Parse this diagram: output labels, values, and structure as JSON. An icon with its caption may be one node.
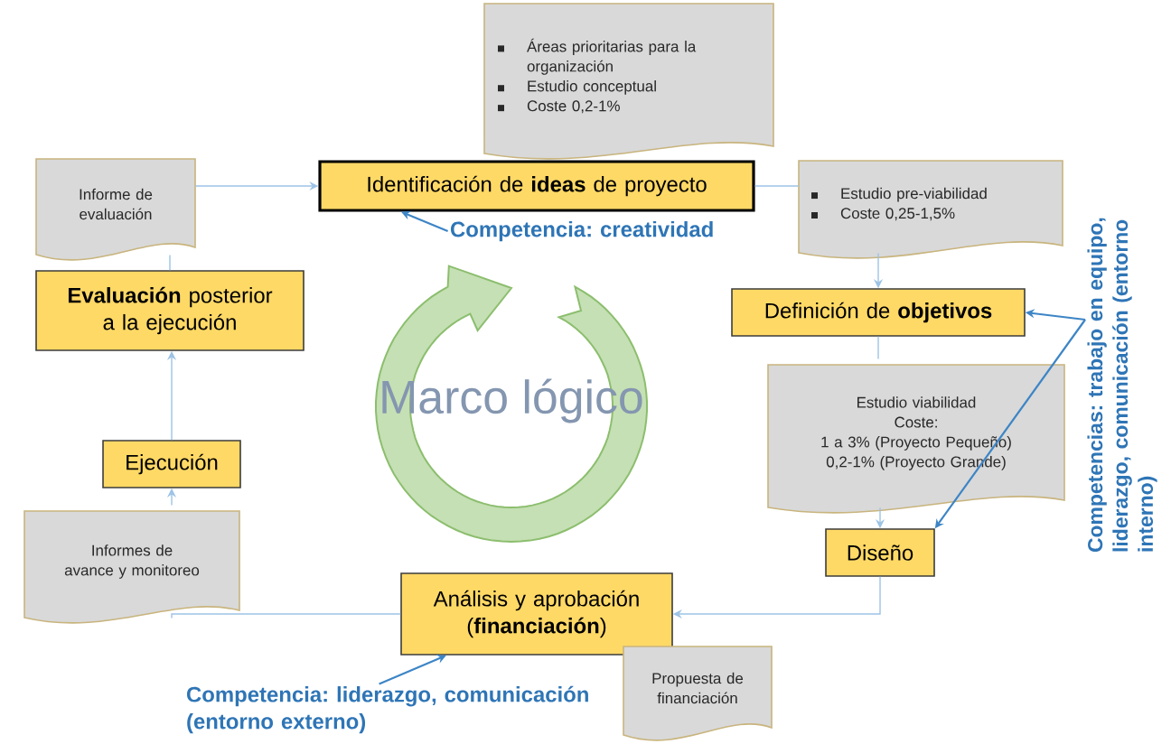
{
  "diagram": {
    "nodes": [
      {
        "text": [
          "Áreas prioritarias para la organización",
          "Estudio conceptual",
          "Coste 0,2-1%"
        ]
      },
      {
        "text": [
          "Identificación de **ideas** de proyecto"
        ]
      },
      {
        "text": [
          "Informe de evaluación"
        ]
      },
      {
        "text": [
          "Estudio pre-viabilidad",
          "Coste 0,25-1,5%"
        ]
      },
      {
        "text": [
          "Competencia: creatividad"
        ]
      },
      {
        "text": [
          "**Evaluación** posterior a la ejecución"
        ]
      },
      {
        "text": [
          "Definición de **objetivos**"
        ]
      },
      {
        "text": [
          "Estudio viabilidad",
          "Coste:",
          "1 a 3% (Proyecto Pequeño)",
          "0,2-1% (Proyecto Grande)"
        ]
      },
      {
        "text": [
          "Ejecución"
        ]
      },
      {
        "text": [
          "Informes de avance y monitoreo"
        ]
      },
      {
        "text": [
          "Competencias: trabajo en equipo, liderazgo, comunicación (entorno interno)"
        ]
      },
      {
        "text": [
          "Diseño"
        ]
      },
      {
        "text": [
          "Análisis y aprobación (**financiación**)"
        ]
      },
      {
        "text": [
          "Propuesta de financiación"
        ]
      },
      {
        "text": [
          "Competencia: liderazgo, comunicación (entorno externo)"
        ]
      },
      {
        "text": [
          "Marco lógico"
        ]
      }
    ],
    "edges": [
      {
        "from": 2,
        "to": 1,
        "arrow": "to"
      },
      {
        "from": 1,
        "to": 3,
        "arrow": "none"
      },
      {
        "from": 3,
        "to": 6,
        "arrow": "to"
      },
      {
        "from": 6,
        "to": 7,
        "arrow": "none"
      },
      {
        "from": 7,
        "to": 11,
        "arrow": "to"
      },
      {
        "from": 11,
        "to": 12,
        "arrow": "to"
      },
      {
        "from": 12,
        "to": 9,
        "arrow": "none"
      },
      {
        "from": 9,
        "to": 8,
        "arrow": "to"
      },
      {
        "from": 8,
        "to": 5,
        "arrow": "to"
      },
      {
        "from": 5,
        "to": 2,
        "arrow": "none"
      },
      {
        "from": 4,
        "to": 1,
        "arrow": "to",
        "color": "#3d85c6"
      },
      {
        "from": 10,
        "to": 6,
        "arrow": "to",
        "color": "#3d85c6"
      },
      {
        "from": 10,
        "to": 11,
        "arrow": "to",
        "color": "#3d85c6"
      },
      {
        "from": 14,
        "to": 12,
        "arrow": "to",
        "color": "#3d85c6"
      }
    ]
  }
}
